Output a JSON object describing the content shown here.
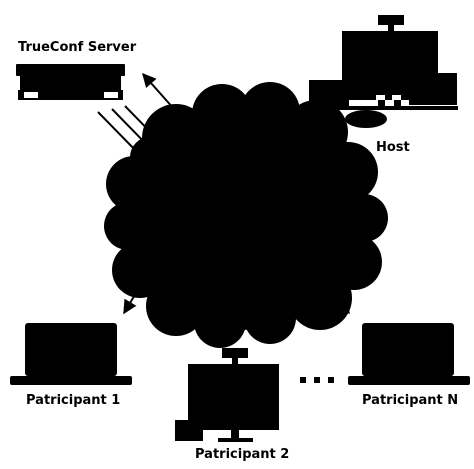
{
  "diagram": {
    "nodes": {
      "server": {
        "label": "TrueConf Server",
        "icon": "server-icon"
      },
      "host": {
        "label": "Host",
        "icon": "desktop-computer-icon"
      },
      "participant1": {
        "label": "Patricipant 1",
        "icon": "laptop-icon"
      },
      "participant2": {
        "label": "Patricipant 2",
        "icon": "desktop-computer-icon"
      },
      "participantN": {
        "label": "Patricipant N",
        "icon": "laptop-icon"
      }
    },
    "network": {
      "icon": "cloud-icon"
    },
    "ellipsis": {
      "icon": "ellipsis-dots-icon"
    },
    "colors": {
      "ink": "#000000",
      "background": "#ffffff"
    }
  }
}
